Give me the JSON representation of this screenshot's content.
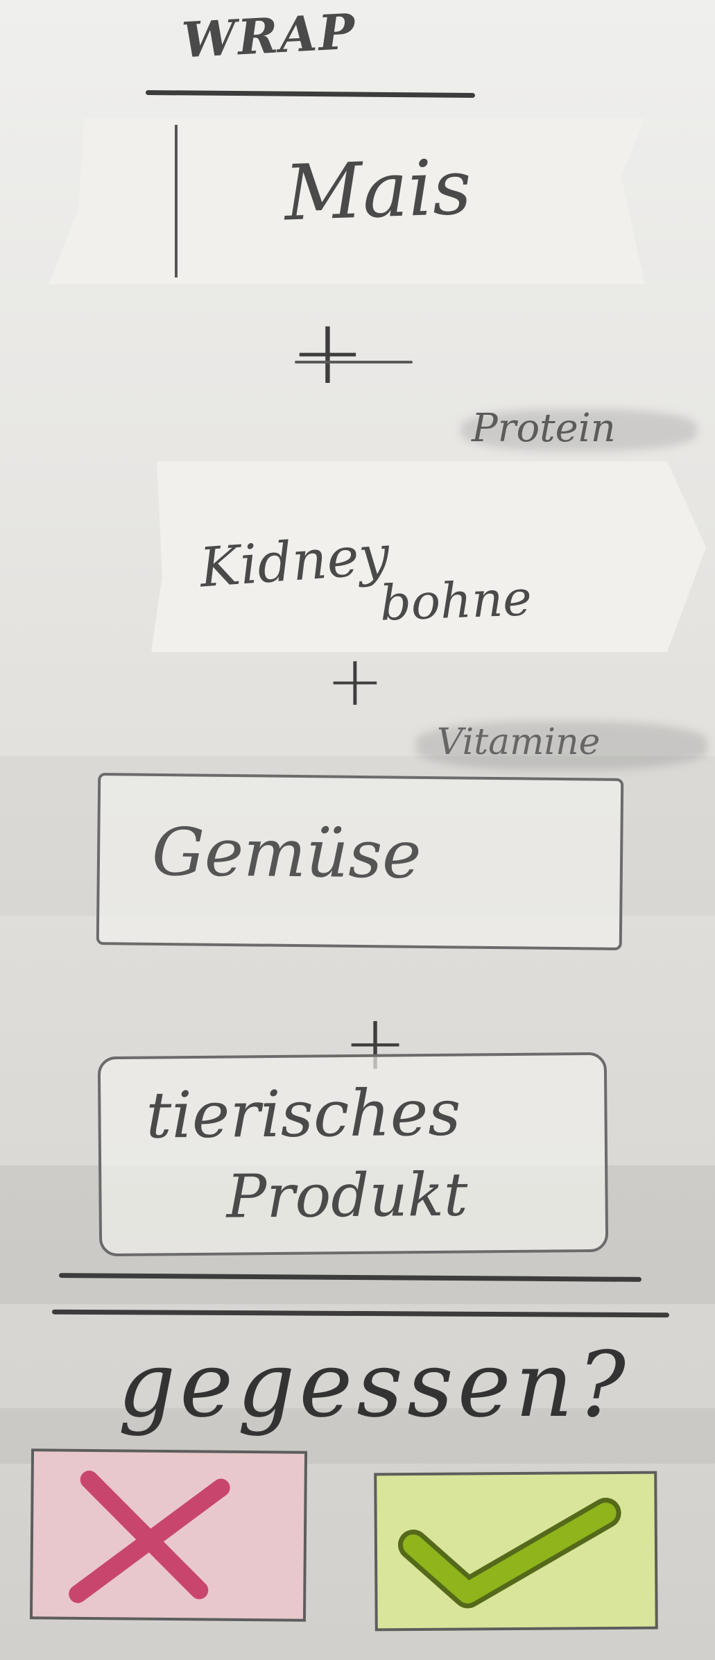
{
  "header": {
    "title": "WRAP"
  },
  "steps": [
    {
      "label": "Mais"
    },
    {
      "label": "Kidney",
      "label2": "bohne",
      "note": "Protein"
    },
    {
      "label": "Gemüse",
      "note": "Vitamine"
    },
    {
      "label": "tierisches",
      "label2": "Produkt"
    }
  ],
  "plus_symbol": "+",
  "question": {
    "text": "gegessen?"
  },
  "actions": {
    "no": {
      "icon": "cross-icon",
      "color": "#c8466d",
      "bg": "#e8c8cc"
    },
    "yes": {
      "icon": "checkmark-icon",
      "color": "#8fb41c",
      "bg": "#d9e59a"
    }
  }
}
